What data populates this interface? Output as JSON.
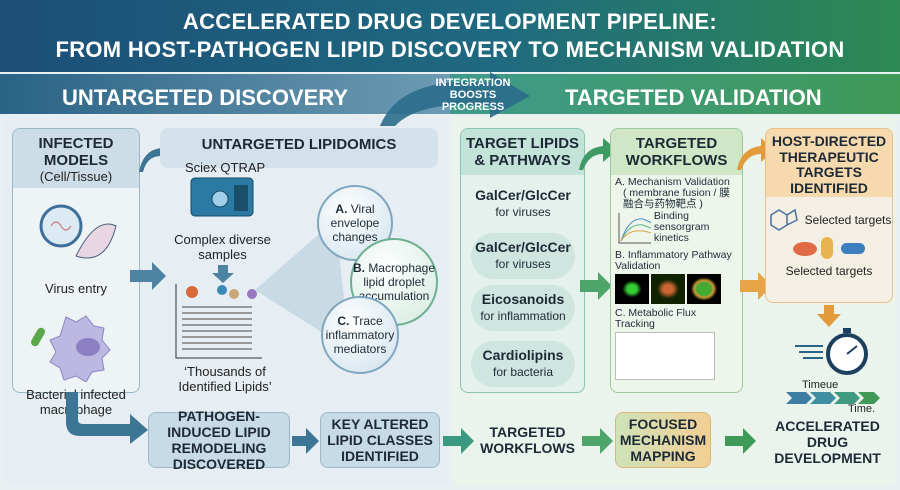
{
  "title": {
    "line1": "ACCELERATED DRUG DEVELOPMENT PIPELINE:",
    "line2": "FROM HOST-PATHOGEN LIPID DISCOVERY TO MECHANISM VALIDATION"
  },
  "sections": {
    "left": "UNTARGETED DISCOVERY",
    "right": "TARGETED VALIDATION",
    "integration_line1": "INTEGRATION",
    "integration_line2": "BOOSTS PROGRESS"
  },
  "infected_models": {
    "title": "INFECTED MODELS",
    "subtitle": "(Cell/Tissue)",
    "virus_label": "Virus entry",
    "bacteria_label": "Bacterial infected macrophage"
  },
  "lipidomics": {
    "title": "UNTARGETED LIPIDOMICS",
    "instrument": "Sciex QTRAP",
    "samples": "Complex diverse samples",
    "result": "‘Thousands of Identified Lipids’",
    "findings": [
      {
        "letter": "A.",
        "text": "Viral envelope changes"
      },
      {
        "letter": "B.",
        "text": "Macrophage lipid droplet accumulation"
      },
      {
        "letter": "C.",
        "text": "Trace inflammatory mediators"
      }
    ]
  },
  "target_lipids": {
    "title": "TARGET LIPIDS & PATHWAYS",
    "items": [
      {
        "name": "GalCer/GlcCer",
        "for": "for viruses"
      },
      {
        "name": "GalCer/GlcCer",
        "for": "for viruses"
      },
      {
        "name": "Eicosanoids",
        "for": "for inflammation"
      },
      {
        "name": "Cardiolipins",
        "for": "for bacteria"
      }
    ]
  },
  "workflows": {
    "title": "TARGETED WORKFLOWS",
    "a_title": "A. Mechanism Validation",
    "a_sub": "( membrane fusion / 膜融合与药物靶点 )",
    "a_chart_label": "Binding sensorgram kinetics",
    "b_title": "B. Inflammatory Pathway Validation",
    "c_title": "C. Metabolic Flux Tracking"
  },
  "host_targets": {
    "title": "HOST-DIRECTED THERAPEUTIC TARGETS IDENTIFIED",
    "label1": "Selected targets",
    "label2": "Selected targets",
    "timeline_label": "Timeue",
    "time_label": "Time."
  },
  "bottom_flow": [
    "PATHOGEN-INDUCED LIPID REMODELING DISCOVERED",
    "KEY ALTERED LIPID CLASSES IDENTIFIED",
    "TARGETED WORKFLOWS",
    "FOCUSED MECHANISM MAPPING",
    "ACCELERATED DRUG DEVELOPMENT"
  ],
  "colors": {
    "blue": "#2a6386",
    "green": "#3f9a58",
    "orange": "#e39a3a"
  }
}
